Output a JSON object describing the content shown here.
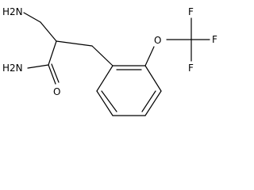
{
  "labels": {
    "amine_group": "H2N",
    "amide_nh2": "H2N",
    "carbonyl_o": "O",
    "ether_o": "O",
    "fluorine_top": "F",
    "fluorine_right": "F",
    "fluorine_bottom": "F"
  },
  "colors": {
    "bond": "#000000",
    "text": "#000000",
    "background": "#ffffff"
  }
}
